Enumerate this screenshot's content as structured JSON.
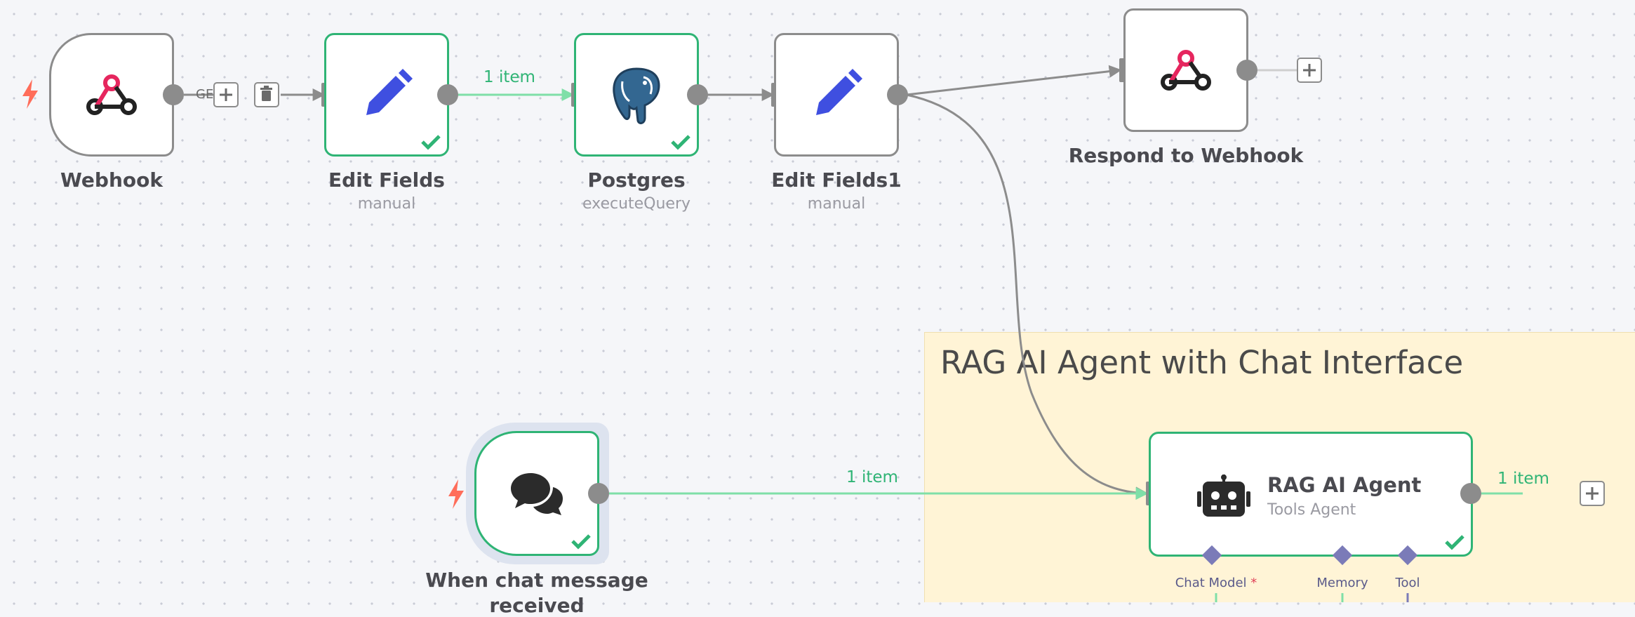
{
  "sticky_note": {
    "title": "RAG AI Agent with Chat Interface"
  },
  "nodes": {
    "webhook": {
      "label": "Webhook",
      "icon": "webhook-icon"
    },
    "edit_fields": {
      "label": "Edit Fields",
      "sublabel": "manual",
      "icon": "pencil-icon"
    },
    "postgres": {
      "label": "Postgres",
      "sublabel": "executeQuery",
      "icon": "postgres-elephant-icon"
    },
    "edit_fields1": {
      "label": "Edit Fields1",
      "sublabel": "manual",
      "icon": "pencil-icon"
    },
    "respond_webhook": {
      "label": "Respond to Webhook",
      "icon": "webhook-icon"
    },
    "chat_trigger": {
      "label": "When chat message",
      "label_line2": "received",
      "icon": "chat-bubbles-icon"
    },
    "rag_agent": {
      "title": "RAG AI Agent",
      "subtitle": "Tools Agent",
      "icon": "robot-icon",
      "sub_connectors": [
        {
          "label": "Chat Model",
          "required": "*"
        },
        {
          "label": "Memory"
        },
        {
          "label": "Tool"
        }
      ]
    }
  },
  "edges": {
    "webhook_out_label": "GE",
    "edit_fields_to_postgres": "1 item",
    "chat_to_agent": "1 item",
    "agent_out": "1 item"
  },
  "colors": {
    "success": "#2fb475",
    "node_border": "#8c8c8c",
    "trigger_bolt": "#ff6d5a",
    "sticky_bg": "#fff4d6",
    "pencil": "#3f4fe0",
    "webhook_red": "#e6265e",
    "ai_connector": "#7b7bb8"
  }
}
